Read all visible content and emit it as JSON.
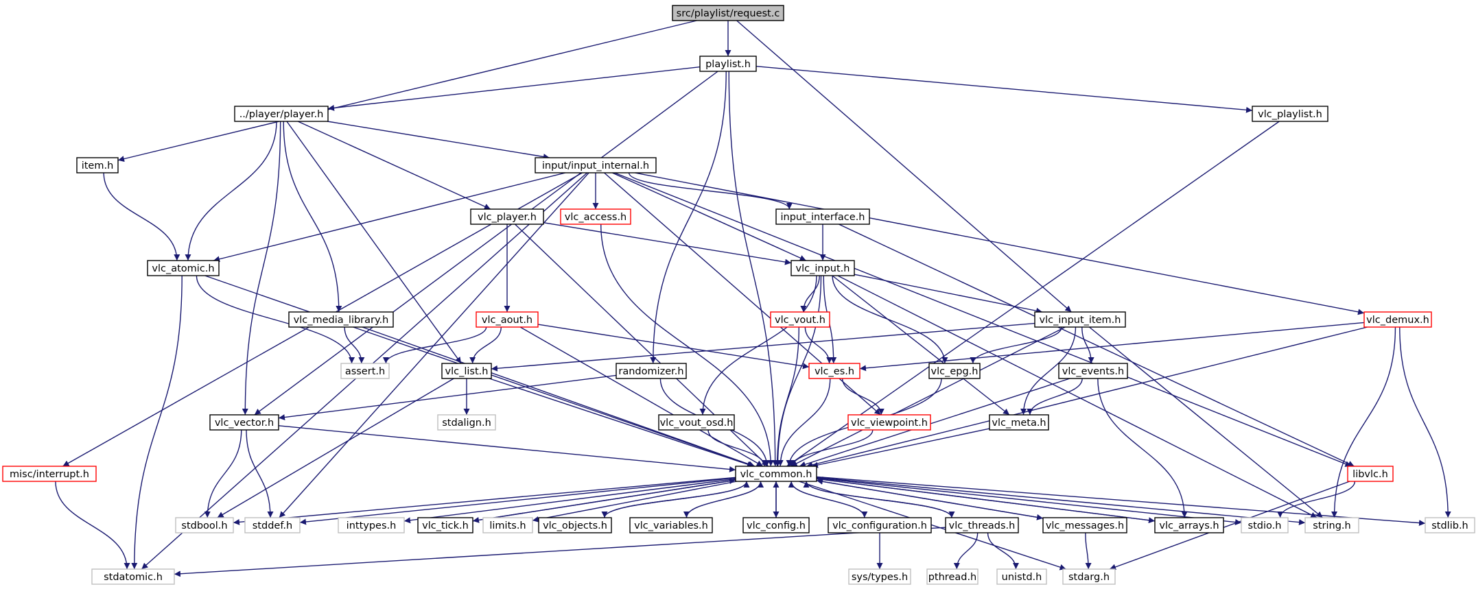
{
  "colors": {
    "edge": "#191970",
    "normal_border": "#000000",
    "root_fill": "#bfbfbf",
    "red_border": "#ff0000",
    "gray_border": "#bfbfbf"
  },
  "nodes": [
    {
      "id": "request_c",
      "label": "src/playlist/request.c",
      "style": "root"
    },
    {
      "id": "playlist_h",
      "label": "playlist.h",
      "style": "normal"
    },
    {
      "id": "player_h",
      "label": "../player/player.h",
      "style": "normal"
    },
    {
      "id": "vlc_playlist_h",
      "label": "vlc_playlist.h",
      "style": "normal"
    },
    {
      "id": "item_h",
      "label": "item.h",
      "style": "normal"
    },
    {
      "id": "input_internal_h",
      "label": "input/input_internal.h",
      "style": "normal"
    },
    {
      "id": "vlc_player_h",
      "label": "vlc_player.h",
      "style": "normal"
    },
    {
      "id": "vlc_access_h",
      "label": "vlc_access.h",
      "style": "red"
    },
    {
      "id": "input_interface_h",
      "label": "input_interface.h",
      "style": "normal"
    },
    {
      "id": "vlc_atomic_h",
      "label": "vlc_atomic.h",
      "style": "normal"
    },
    {
      "id": "vlc_input_h",
      "label": "vlc_input.h",
      "style": "normal"
    },
    {
      "id": "vlc_media_library_h",
      "label": "vlc_media_library.h",
      "style": "normal"
    },
    {
      "id": "vlc_aout_h",
      "label": "vlc_aout.h",
      "style": "red"
    },
    {
      "id": "vlc_vout_h",
      "label": "vlc_vout.h",
      "style": "red"
    },
    {
      "id": "vlc_input_item_h",
      "label": "vlc_input_item.h",
      "style": "normal"
    },
    {
      "id": "vlc_demux_h",
      "label": "vlc_demux.h",
      "style": "red"
    },
    {
      "id": "assert_h",
      "label": "assert.h",
      "style": "gray"
    },
    {
      "id": "vlc_list_h",
      "label": "vlc_list.h",
      "style": "normal"
    },
    {
      "id": "randomizer_h",
      "label": "randomizer.h",
      "style": "normal"
    },
    {
      "id": "vlc_es_h",
      "label": "vlc_es.h",
      "style": "red"
    },
    {
      "id": "vlc_epg_h",
      "label": "vlc_epg.h",
      "style": "normal"
    },
    {
      "id": "vlc_events_h",
      "label": "vlc_events.h",
      "style": "normal"
    },
    {
      "id": "vlc_vector_h",
      "label": "vlc_vector.h",
      "style": "normal"
    },
    {
      "id": "stdalign_h",
      "label": "stdalign.h",
      "style": "gray"
    },
    {
      "id": "vlc_vout_osd_h",
      "label": "vlc_vout_osd.h",
      "style": "normal"
    },
    {
      "id": "vlc_viewpoint_h",
      "label": "vlc_viewpoint.h",
      "style": "red"
    },
    {
      "id": "vlc_meta_h",
      "label": "vlc_meta.h",
      "style": "normal"
    },
    {
      "id": "misc_interrupt_h",
      "label": "misc/interrupt.h",
      "style": "red"
    },
    {
      "id": "vlc_common_h",
      "label": "vlc_common.h",
      "style": "normal"
    },
    {
      "id": "libvlc_h",
      "label": "libvlc.h",
      "style": "red"
    },
    {
      "id": "stdbool_h",
      "label": "stdbool.h",
      "style": "gray"
    },
    {
      "id": "stddef_h",
      "label": "stddef.h",
      "style": "gray"
    },
    {
      "id": "inttypes_h",
      "label": "inttypes.h",
      "style": "gray"
    },
    {
      "id": "vlc_tick_h",
      "label": "vlc_tick.h",
      "style": "normal"
    },
    {
      "id": "limits_h",
      "label": "limits.h",
      "style": "gray"
    },
    {
      "id": "vlc_objects_h",
      "label": "vlc_objects.h",
      "style": "normal"
    },
    {
      "id": "vlc_variables_h",
      "label": "vlc_variables.h",
      "style": "normal"
    },
    {
      "id": "vlc_config_h",
      "label": "vlc_config.h",
      "style": "normal"
    },
    {
      "id": "vlc_configuration_h",
      "label": "vlc_configuration.h",
      "style": "normal"
    },
    {
      "id": "vlc_threads_h",
      "label": "vlc_threads.h",
      "style": "normal"
    },
    {
      "id": "vlc_messages_h",
      "label": "vlc_messages.h",
      "style": "normal"
    },
    {
      "id": "vlc_arrays_h",
      "label": "vlc_arrays.h",
      "style": "normal"
    },
    {
      "id": "stdio_h",
      "label": "stdio.h",
      "style": "gray"
    },
    {
      "id": "string_h",
      "label": "string.h",
      "style": "gray"
    },
    {
      "id": "stdlib_h",
      "label": "stdlib.h",
      "style": "gray"
    },
    {
      "id": "stdatomic_h",
      "label": "stdatomic.h",
      "style": "gray"
    },
    {
      "id": "sys_types_h",
      "label": "sys/types.h",
      "style": "gray"
    },
    {
      "id": "pthread_h",
      "label": "pthread.h",
      "style": "gray"
    },
    {
      "id": "unistd_h",
      "label": "unistd.h",
      "style": "gray"
    },
    {
      "id": "stdarg_h",
      "label": "stdarg.h",
      "style": "gray"
    }
  ],
  "edges": [
    [
      "request_c",
      "playlist_h"
    ],
    [
      "request_c",
      "item_h"
    ],
    [
      "request_c",
      "vlc_input_item_h"
    ],
    [
      "playlist_h",
      "player_h"
    ],
    [
      "playlist_h",
      "vlc_playlist_h"
    ],
    [
      "playlist_h",
      "randomizer_h"
    ],
    [
      "playlist_h",
      "vlc_vector_h"
    ],
    [
      "playlist_h",
      "vlc_common_h"
    ],
    [
      "player_h",
      "input_internal_h"
    ],
    [
      "player_h",
      "vlc_player_h"
    ],
    [
      "player_h",
      "vlc_atomic_h"
    ],
    [
      "player_h",
      "vlc_media_library_h"
    ],
    [
      "player_h",
      "vlc_list_h"
    ],
    [
      "player_h",
      "vlc_vector_h"
    ],
    [
      "vlc_playlist_h",
      "vlc_common_h"
    ],
    [
      "item_h",
      "vlc_atomic_h"
    ],
    [
      "input_internal_h",
      "vlc_access_h"
    ],
    [
      "input_internal_h",
      "input_interface_h"
    ],
    [
      "input_internal_h",
      "vlc_input_h"
    ],
    [
      "input_internal_h",
      "vlc_demux_h"
    ],
    [
      "input_internal_h",
      "vlc_atomic_h"
    ],
    [
      "input_internal_h",
      "misc_interrupt_h"
    ],
    [
      "input_internal_h",
      "stdatomic_h"
    ],
    [
      "input_internal_h",
      "stddef_h"
    ],
    [
      "input_internal_h",
      "vlc_viewpoint_h"
    ],
    [
      "input_internal_h",
      "libvlc_h"
    ],
    [
      "vlc_player_h",
      "vlc_input_h"
    ],
    [
      "vlc_player_h",
      "vlc_aout_h"
    ],
    [
      "vlc_player_h",
      "vlc_common_h"
    ],
    [
      "vlc_access_h",
      "vlc_common_h"
    ],
    [
      "input_interface_h",
      "vlc_input_h"
    ],
    [
      "input_interface_h",
      "libvlc_h"
    ],
    [
      "vlc_atomic_h",
      "assert_h"
    ],
    [
      "vlc_atomic_h",
      "stdatomic_h"
    ],
    [
      "vlc_atomic_h",
      "vlc_common_h"
    ],
    [
      "vlc_input_h",
      "vlc_vout_h"
    ],
    [
      "vlc_input_h",
      "vlc_es_h"
    ],
    [
      "vlc_input_h",
      "vlc_epg_h"
    ],
    [
      "vlc_input_h",
      "vlc_input_item_h"
    ],
    [
      "vlc_input_h",
      "vlc_vout_osd_h"
    ],
    [
      "vlc_input_h",
      "vlc_meta_h"
    ],
    [
      "vlc_input_h",
      "vlc_common_h"
    ],
    [
      "vlc_input_h",
      "string_h"
    ],
    [
      "vlc_media_library_h",
      "assert_h"
    ],
    [
      "vlc_media_library_h",
      "vlc_common_h"
    ],
    [
      "vlc_aout_h",
      "assert_h"
    ],
    [
      "vlc_aout_h",
      "vlc_list_h"
    ],
    [
      "vlc_aout_h",
      "vlc_es_h"
    ],
    [
      "vlc_aout_h",
      "vlc_common_h"
    ],
    [
      "vlc_vout_h",
      "vlc_es_h"
    ],
    [
      "vlc_vout_h",
      "vlc_common_h"
    ],
    [
      "vlc_input_item_h",
      "vlc_list_h"
    ],
    [
      "vlc_input_item_h",
      "vlc_epg_h"
    ],
    [
      "vlc_input_item_h",
      "vlc_events_h"
    ],
    [
      "vlc_input_item_h",
      "vlc_meta_h"
    ],
    [
      "vlc_input_item_h",
      "vlc_common_h"
    ],
    [
      "vlc_input_item_h",
      "string_h"
    ],
    [
      "vlc_demux_h",
      "vlc_es_h"
    ],
    [
      "vlc_demux_h",
      "vlc_common_h"
    ],
    [
      "vlc_demux_h",
      "stdlib_h"
    ],
    [
      "vlc_demux_h",
      "string_h"
    ],
    [
      "vlc_list_h",
      "stdbool_h"
    ],
    [
      "vlc_list_h",
      "stdalign_h"
    ],
    [
      "vlc_list_h",
      "vlc_common_h"
    ],
    [
      "randomizer_h",
      "vlc_vector_h"
    ],
    [
      "randomizer_h",
      "vlc_common_h"
    ],
    [
      "vlc_es_h",
      "vlc_viewpoint_h"
    ],
    [
      "vlc_es_h",
      "vlc_common_h"
    ],
    [
      "vlc_epg_h",
      "vlc_common_h"
    ],
    [
      "vlc_events_h",
      "vlc_meta_h"
    ],
    [
      "vlc_events_h",
      "vlc_arrays_h"
    ],
    [
      "vlc_events_h",
      "vlc_common_h"
    ],
    [
      "vlc_vector_h",
      "stdbool_h"
    ],
    [
      "vlc_vector_h",
      "stddef_h"
    ],
    [
      "vlc_vector_h",
      "vlc_common_h"
    ],
    [
      "vlc_vout_osd_h",
      "vlc_common_h"
    ],
    [
      "vlc_viewpoint_h",
      "vlc_common_h"
    ],
    [
      "vlc_meta_h",
      "vlc_common_h"
    ],
    [
      "misc_interrupt_h",
      "stdatomic_h"
    ],
    [
      "libvlc_h",
      "stdio_h"
    ],
    [
      "libvlc_h",
      "stdarg_h"
    ],
    [
      "vlc_common_h",
      "stdbool_h"
    ],
    [
      "vlc_common_h",
      "stddef_h"
    ],
    [
      "vlc_common_h",
      "inttypes_h"
    ],
    [
      "vlc_common_h",
      "vlc_tick_h"
    ],
    [
      "vlc_common_h",
      "limits_h"
    ],
    [
      "vlc_common_h",
      "vlc_objects_h"
    ],
    [
      "vlc_common_h",
      "vlc_variables_h"
    ],
    [
      "vlc_common_h",
      "vlc_config_h"
    ],
    [
      "vlc_common_h",
      "vlc_configuration_h"
    ],
    [
      "vlc_common_h",
      "vlc_threads_h"
    ],
    [
      "vlc_common_h",
      "vlc_messages_h"
    ],
    [
      "vlc_common_h",
      "vlc_arrays_h"
    ],
    [
      "vlc_common_h",
      "stdio_h"
    ],
    [
      "vlc_common_h",
      "string_h"
    ],
    [
      "vlc_common_h",
      "stdlib_h"
    ],
    [
      "vlc_common_h",
      "stdarg_h"
    ],
    [
      "vlc_tick_h",
      "vlc_common_h"
    ],
    [
      "vlc_objects_h",
      "vlc_common_h"
    ],
    [
      "vlc_variables_h",
      "vlc_common_h"
    ],
    [
      "vlc_config_h",
      "vlc_common_h"
    ],
    [
      "vlc_configuration_h",
      "vlc_common_h"
    ],
    [
      "vlc_configuration_h",
      "sys_types_h"
    ],
    [
      "vlc_threads_h",
      "vlc_common_h"
    ],
    [
      "vlc_threads_h",
      "stdatomic_h"
    ],
    [
      "vlc_threads_h",
      "pthread_h"
    ],
    [
      "vlc_threads_h",
      "unistd_h"
    ],
    [
      "vlc_messages_h",
      "vlc_common_h"
    ],
    [
      "vlc_messages_h",
      "stdarg_h"
    ],
    [
      "vlc_arrays_h",
      "vlc_common_h"
    ]
  ]
}
